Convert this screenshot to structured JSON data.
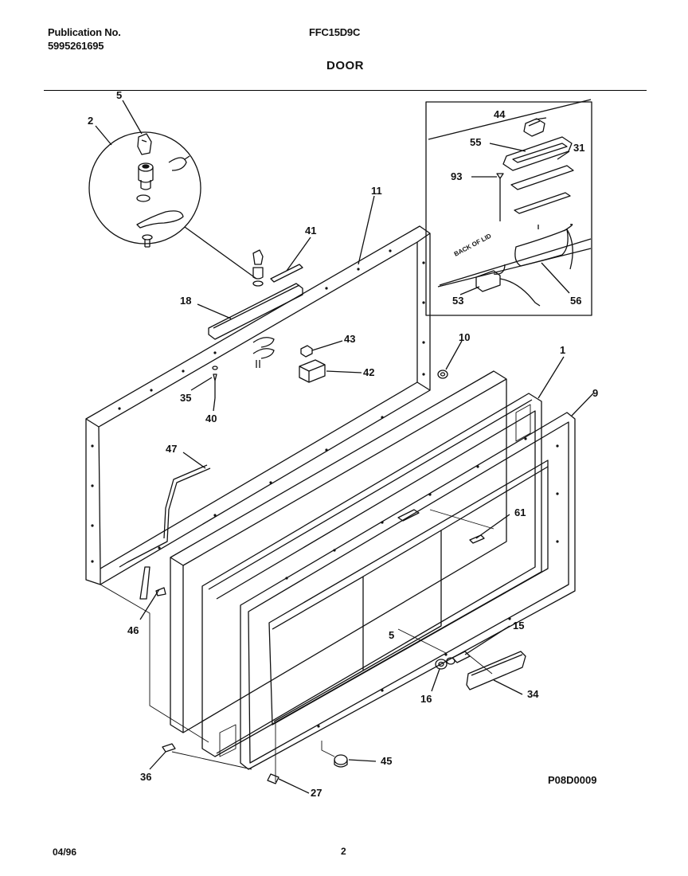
{
  "header": {
    "publication_label": "Publication No.",
    "publication_number": "5995261695",
    "model": "FFC15D9C",
    "section_title": "DOOR"
  },
  "callouts": {
    "c1": "1",
    "c2": "2",
    "c5": "5",
    "c9": "9",
    "c10": "10",
    "c11": "11",
    "c15": "15",
    "c16": "16",
    "c18": "18",
    "c27": "27",
    "c31": "31",
    "c34": "34",
    "c35": "35",
    "c36": "36",
    "c40": "40",
    "c41": "41",
    "c42": "42",
    "c43": "43",
    "c44": "44",
    "c45": "45",
    "c46": "46",
    "c47": "47",
    "c53": "53",
    "c55": "55",
    "c56": "56",
    "c61": "61",
    "c93": "93",
    "c5b": "5"
  },
  "inset_label": "BACK OF LID",
  "figure_code": "P08D0009",
  "footer": {
    "date": "04/96",
    "page": "2"
  }
}
